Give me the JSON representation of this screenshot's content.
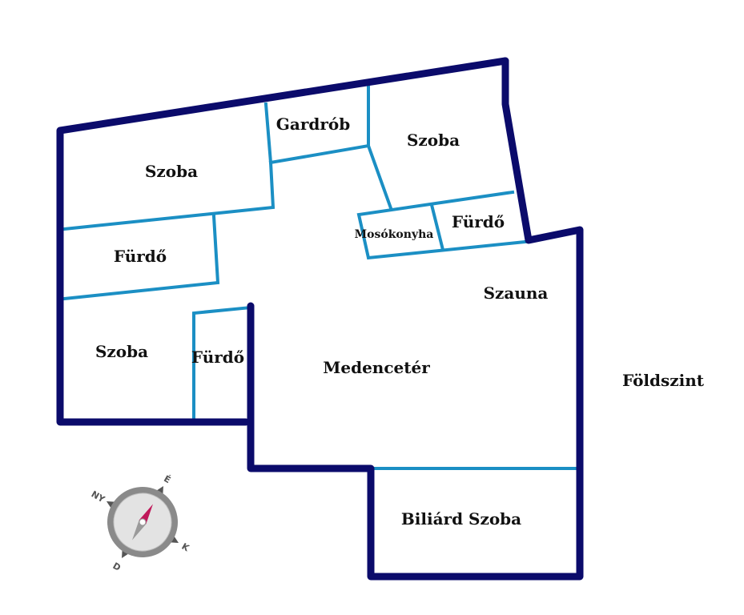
{
  "floor_label": "Földszint",
  "rooms": [
    {
      "id": "szoba-1",
      "label": "Szoba"
    },
    {
      "id": "gardrob",
      "label": "Gardrób"
    },
    {
      "id": "szoba-2",
      "label": "Szoba"
    },
    {
      "id": "furdo-1",
      "label": "Fürdő"
    },
    {
      "id": "mosokonyha",
      "label": "Mosókonyha"
    },
    {
      "id": "furdo-2",
      "label": "Fürdő"
    },
    {
      "id": "szauna",
      "label": "Szauna"
    },
    {
      "id": "szoba-3",
      "label": "Szoba"
    },
    {
      "id": "furdo-3",
      "label": "Fürdő"
    },
    {
      "id": "medenceter",
      "label": "Medencetér"
    },
    {
      "id": "biliard",
      "label": "Biliárd Szoba"
    }
  ],
  "compass": {
    "north": "É",
    "south": "D",
    "east": "K",
    "west": "NY",
    "needle_color": "#c0185a"
  },
  "colors": {
    "outer_wall": "#0b0b6b",
    "inner_wall": "#1b8fc4"
  }
}
